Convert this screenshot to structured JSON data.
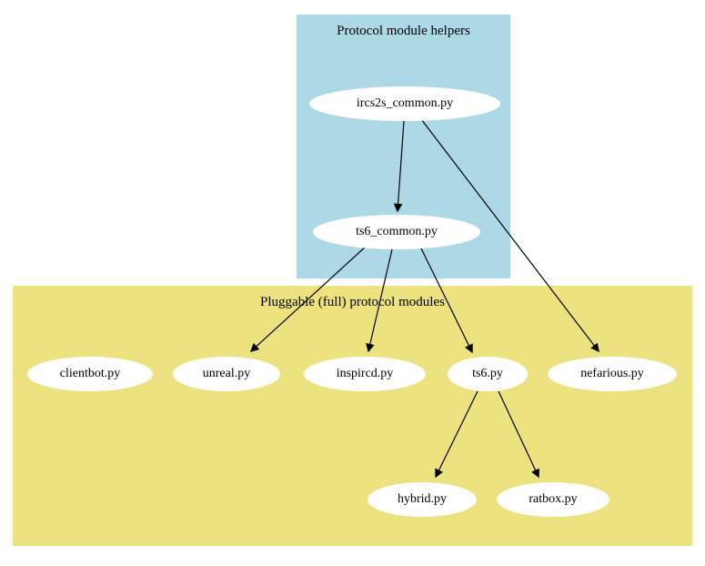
{
  "diagram": {
    "type": "directed-graph",
    "clusters": [
      {
        "id": "helpers",
        "label": "Protocol module helpers",
        "bg_color": "#add8e6"
      },
      {
        "id": "modules",
        "label": "Pluggable (full) protocol modules",
        "bg_color": "#ece27f"
      }
    ],
    "nodes": [
      {
        "id": "ircs2s_common",
        "label": "ircs2s_common.py",
        "cluster": "helpers"
      },
      {
        "id": "ts6_common",
        "label": "ts6_common.py",
        "cluster": "helpers"
      },
      {
        "id": "clientbot",
        "label": "clientbot.py",
        "cluster": "modules"
      },
      {
        "id": "unreal",
        "label": "unreal.py",
        "cluster": "modules"
      },
      {
        "id": "inspircd",
        "label": "inspircd.py",
        "cluster": "modules"
      },
      {
        "id": "ts6",
        "label": "ts6.py",
        "cluster": "modules"
      },
      {
        "id": "nefarious",
        "label": "nefarious.py",
        "cluster": "modules"
      },
      {
        "id": "hybrid",
        "label": "hybrid.py",
        "cluster": "modules"
      },
      {
        "id": "ratbox",
        "label": "ratbox.py",
        "cluster": "modules"
      }
    ],
    "edges": [
      {
        "from": "ircs2s_common.py",
        "to": "ts6_common.py"
      },
      {
        "from": "ircs2s_common.py",
        "to": "nefarious.py"
      },
      {
        "from": "ts6_common.py",
        "to": "unreal.py"
      },
      {
        "from": "ts6_common.py",
        "to": "inspircd.py"
      },
      {
        "from": "ts6_common.py",
        "to": "ts6.py"
      },
      {
        "from": "ts6.py",
        "to": "hybrid.py"
      },
      {
        "from": "ts6.py",
        "to": "ratbox.py"
      }
    ],
    "colors": {
      "helpers_bg": "#add8e6",
      "modules_bg": "#ece27f",
      "node_fill": "#ffffff",
      "edge_color": "#000000",
      "text_color": "#000000",
      "page_bg": "#ffffff"
    }
  }
}
